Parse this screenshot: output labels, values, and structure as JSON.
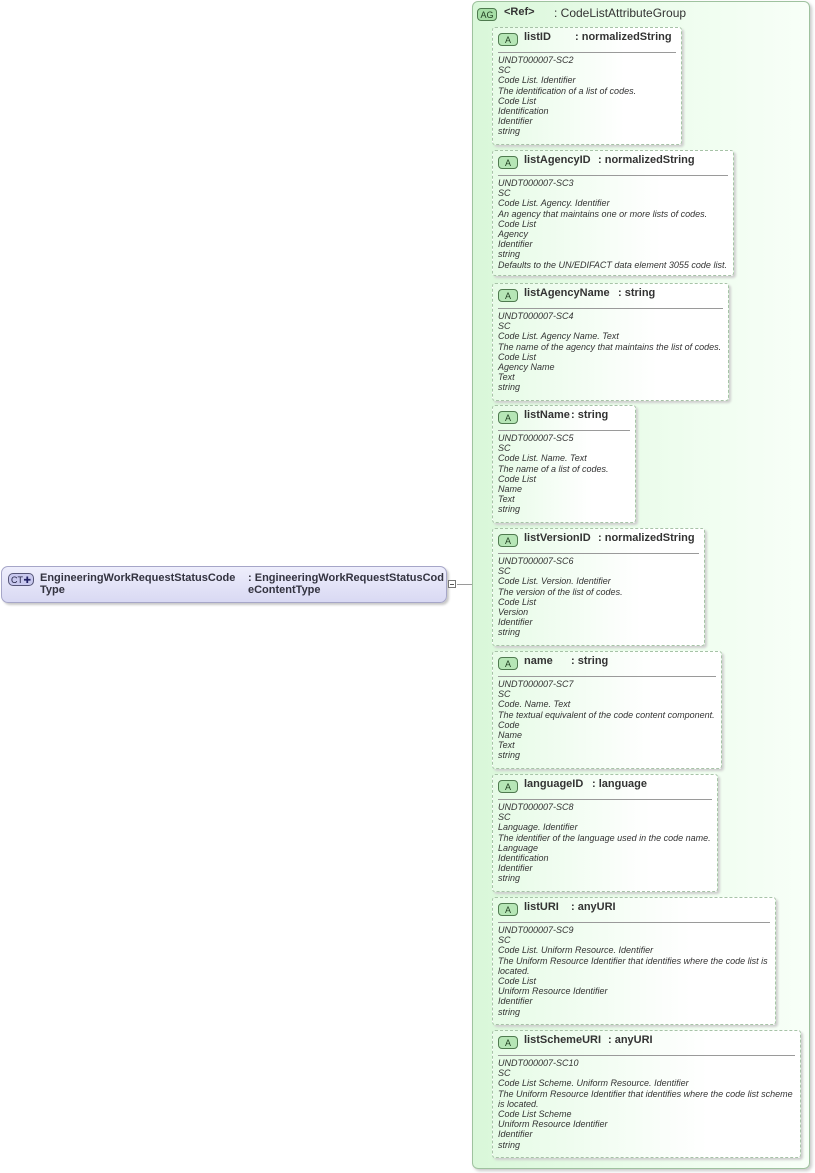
{
  "complex_type": {
    "badge": "CT",
    "name": "EngineeringWorkRequestStatusCodeType",
    "type_prefix": ":",
    "type": "EngineeringWorkRequestStatusCodeContentType"
  },
  "attribute_group": {
    "badge": "AG",
    "ref": "<Ref>",
    "type": ": CodeListAttributeGroup"
  },
  "attributes": [
    {
      "badge": "A",
      "name": "listID",
      "type": ": normalizedString",
      "doc": [
        "UNDT000007-SC2",
        "SC",
        "Code List. Identifier",
        "The identification of a list of codes.",
        "Code List",
        "Identification",
        "Identifier",
        "string"
      ]
    },
    {
      "badge": "A",
      "name": "listAgencyID",
      "type": ": normalizedString",
      "doc": [
        "UNDT000007-SC3",
        "SC",
        "Code List. Agency. Identifier",
        "An agency that maintains one or more lists of codes.",
        "Code List",
        "Agency",
        "Identifier",
        "string",
        "Defaults to the UN/EDIFACT data element 3055 code list."
      ]
    },
    {
      "badge": "A",
      "name": "listAgencyName",
      "type": ": string",
      "doc": [
        "UNDT000007-SC4",
        "SC",
        "Code List. Agency Name. Text",
        "The name of the agency that maintains the list of codes.",
        "Code List",
        "Agency Name",
        "Text",
        "string"
      ]
    },
    {
      "badge": "A",
      "name": "listName",
      "type": ": string",
      "doc": [
        "UNDT000007-SC5",
        "SC",
        "Code List. Name. Text",
        "The name of a list of codes.",
        "Code List",
        "Name",
        "Text",
        "string"
      ]
    },
    {
      "badge": "A",
      "name": "listVersionID",
      "type": ": normalizedString",
      "doc": [
        "UNDT000007-SC6",
        "SC",
        "Code List. Version. Identifier",
        "The version of the list of codes.",
        "Code List",
        "Version",
        "Identifier",
        "string"
      ]
    },
    {
      "badge": "A",
      "name": "name",
      "type": ": string",
      "doc": [
        "UNDT000007-SC7",
        "SC",
        "Code. Name. Text",
        "The textual equivalent of the code content component.",
        "Code",
        "Name",
        "Text",
        "string"
      ]
    },
    {
      "badge": "A",
      "name": "languageID",
      "type": ": language",
      "doc": [
        "UNDT000007-SC8",
        "SC",
        "Language. Identifier",
        "The identifier of the language used in the code name.",
        "Language",
        "Identification",
        "Identifier",
        "string"
      ]
    },
    {
      "badge": "A",
      "name": "listURI",
      "type": ": anyURI",
      "doc": [
        "UNDT000007-SC9",
        "SC",
        "Code List. Uniform Resource. Identifier",
        "The Uniform Resource Identifier that identifies where the code list is located.",
        "Code List",
        "Uniform Resource Identifier",
        "Identifier",
        "string"
      ]
    },
    {
      "badge": "A",
      "name": "listSchemeURI",
      "type": ": anyURI",
      "doc": [
        "UNDT000007-SC10",
        "SC",
        "Code List Scheme. Uniform Resource. Identifier",
        "The Uniform Resource Identifier that identifies where the code list scheme is located.",
        "Code List Scheme",
        "Uniform Resource Identifier",
        "Identifier",
        "string"
      ]
    }
  ]
}
